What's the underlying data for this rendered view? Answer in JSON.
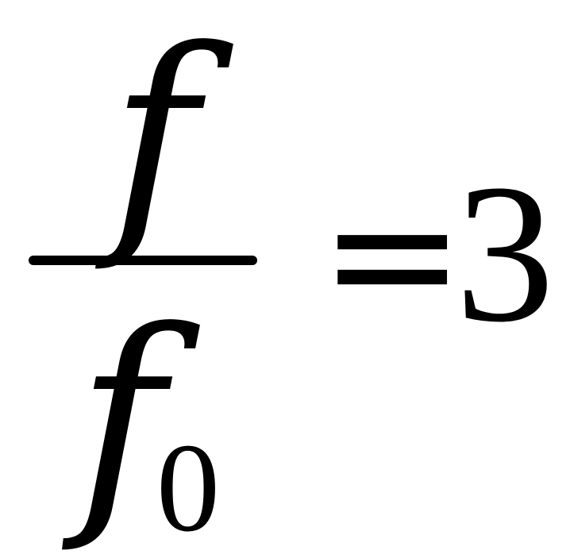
{
  "equation": {
    "numerator": "f",
    "denominator": "f",
    "denominator_subscript": "0",
    "operator": "=",
    "result": "3"
  }
}
